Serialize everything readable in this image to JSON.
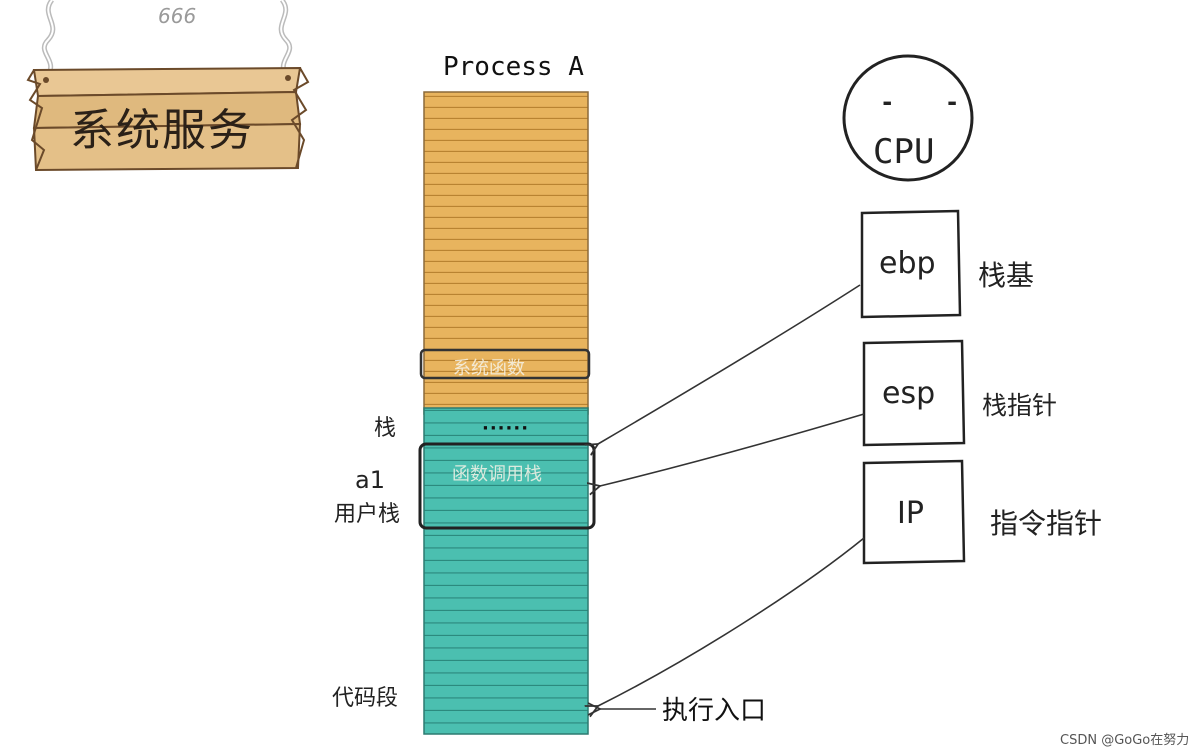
{
  "sign": {
    "title": "系统服务",
    "counter": "666"
  },
  "process": {
    "title": "Process A"
  },
  "memory": {
    "heap_colors": {
      "fill": "#e8b45e",
      "line": "#b98331"
    },
    "stack_colors": {
      "fill": "#4bbfb0",
      "line": "#2c8a7e"
    },
    "system_function_label": "系统函数",
    "ellipsis": "······",
    "call_stack_label": "函数调用栈"
  },
  "left_labels": {
    "stack": "栈",
    "a1": "a1",
    "user_stack": "用户栈",
    "code_segment": "代码段"
  },
  "cpu": {
    "label": "CPU",
    "face": "- -"
  },
  "registers": [
    {
      "name": "ebp",
      "desc": "栈基"
    },
    {
      "name": "esp",
      "desc": "栈指针"
    },
    {
      "name": "IP",
      "desc": "指令指针"
    }
  ],
  "entry_label": "执行入口",
  "watermark": "CSDN @GoGo在努力"
}
